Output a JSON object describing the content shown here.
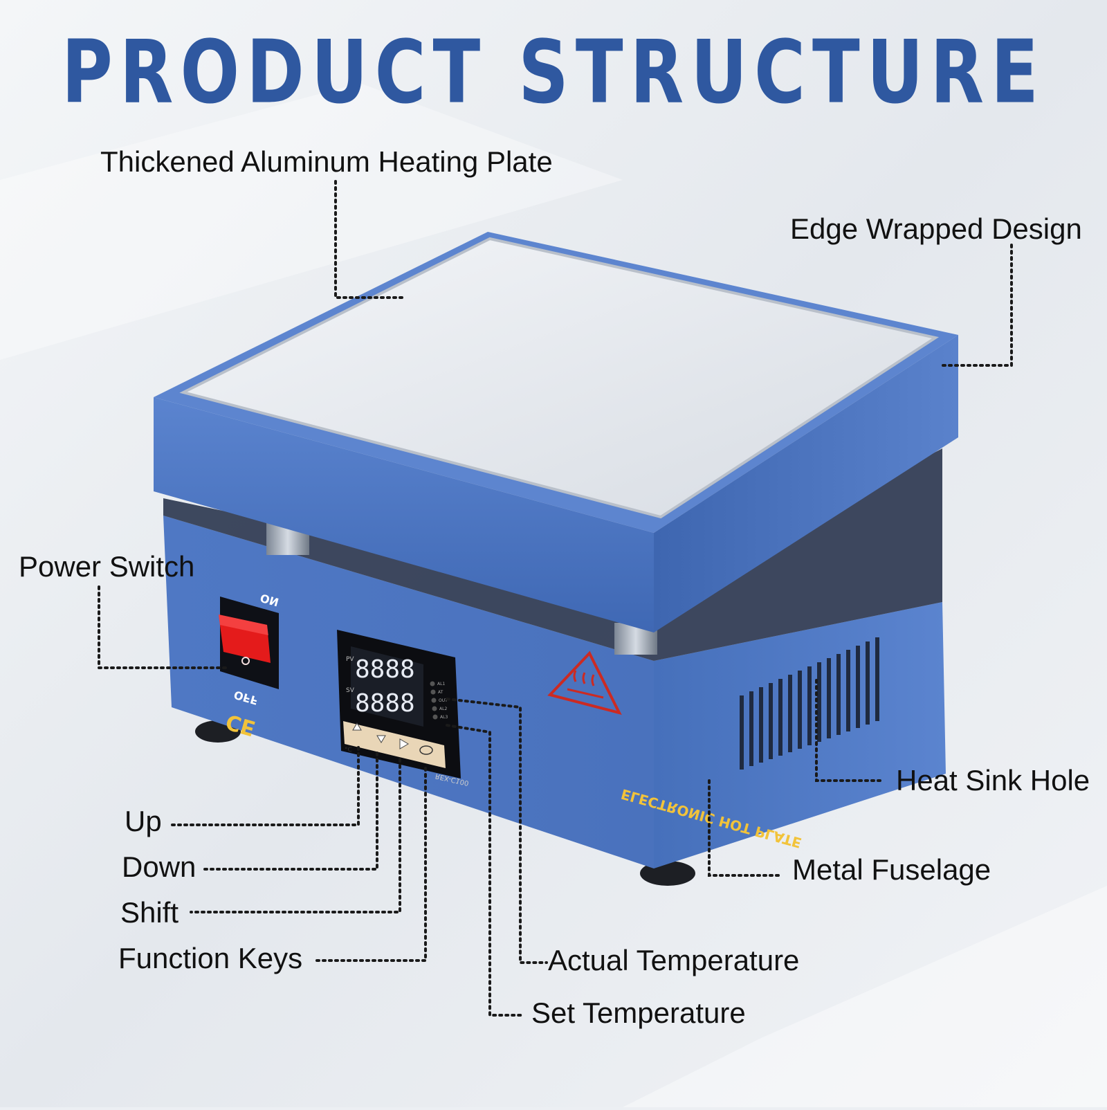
{
  "title": "PRODUCT STRUCTURE",
  "colors": {
    "title": "#2f58a0",
    "body_blue": "#4d77c4",
    "plate": "#e6e9ee",
    "switch_red": "#e41b1b",
    "warning_red": "#cc2a22",
    "product_text": "#f2c33a"
  },
  "labels": {
    "heating_plate": "Thickened Aluminum Heating Plate",
    "edge_wrapped": "Edge Wrapped Design",
    "power_switch": "Power Switch",
    "heat_sink": "Heat Sink Hole",
    "metal_fuselage": "Metal Fuselage",
    "up": "Up",
    "down": "Down",
    "shift": "Shift",
    "function_keys": "Function Keys",
    "actual_temp": "Actual Temperature",
    "set_temp": "Set Temperature"
  },
  "product": {
    "switch_on": "ON",
    "switch_off": "OFF",
    "ce_mark": "CE",
    "body_text": "ELECTRONIC HOT PLATE",
    "controller": {
      "pv": "PV",
      "sv": "SV",
      "digits_top": "8888",
      "digits_bottom": "8888",
      "brand": "REX-C100",
      "unit": "°C",
      "indicators": [
        "AL1",
        "AT",
        "OUT",
        "AL2",
        "AL3"
      ]
    },
    "icons": [
      "heat-warning-icon",
      "up-arrow-icon",
      "down-arrow-icon",
      "shift-arrow-icon",
      "set-key-icon"
    ]
  }
}
